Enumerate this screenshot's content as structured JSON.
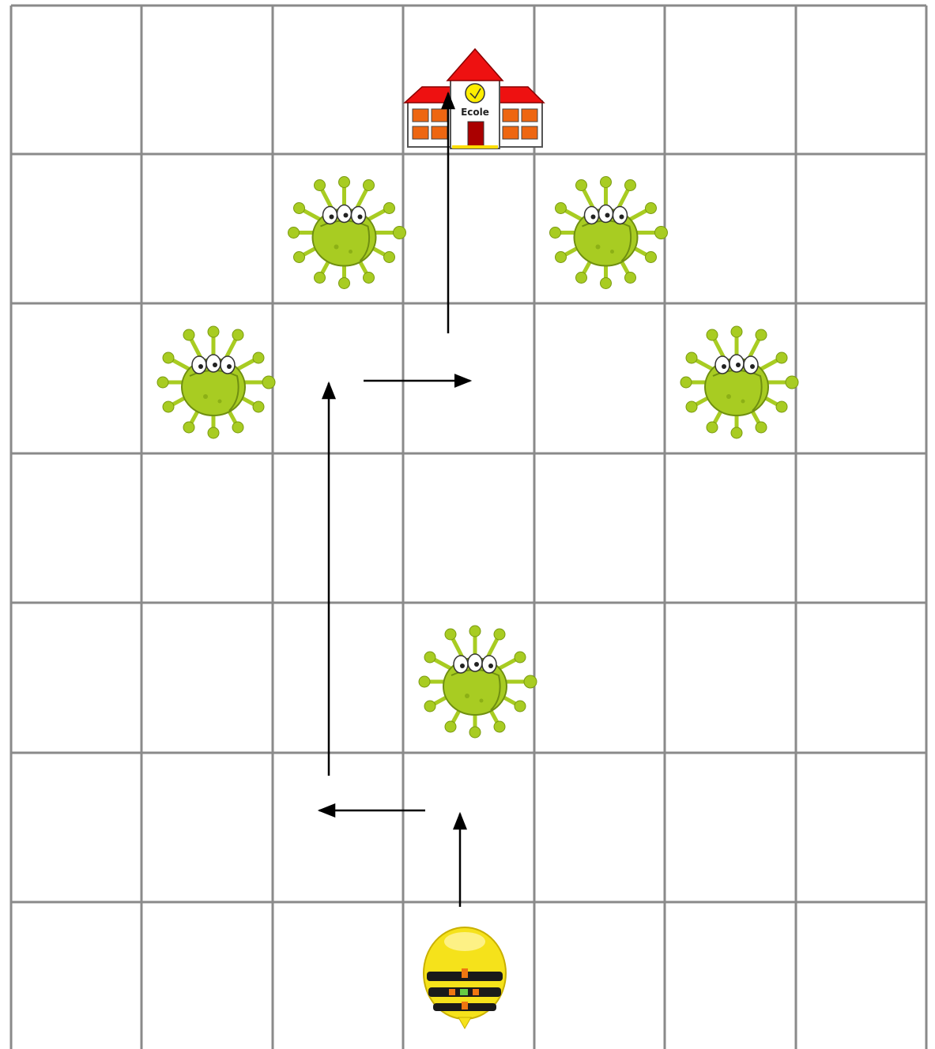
{
  "board": {
    "columns": 7,
    "rows": 7,
    "grid_color": "#8a8a8a",
    "background": "#ffffff"
  },
  "school": {
    "sign_text": "Ecole",
    "roof_color": "#ee1111",
    "window_color": "#ee6611",
    "door_color": "#aa0000",
    "clock_color": "#ffee00",
    "cell": {
      "col": 3,
      "row": 0
    }
  },
  "viruses": [
    {
      "name": "virus-1",
      "cell": {
        "col": 2,
        "row": 1
      }
    },
    {
      "name": "virus-2",
      "cell": {
        "col": 4,
        "row": 1
      }
    },
    {
      "name": "virus-3",
      "cell": {
        "col": 1,
        "row": 2
      }
    },
    {
      "name": "virus-4",
      "cell": {
        "col": 5,
        "row": 2
      }
    },
    {
      "name": "virus-5",
      "cell": {
        "col": 3,
        "row": 4
      }
    }
  ],
  "virus_color": "#a8cc22",
  "robot": {
    "icon": "bee-bot-icon",
    "cell": {
      "col": 3,
      "row": 6
    },
    "body_color": "#f5e21b",
    "stripe_color": "#1a1a1a"
  },
  "path_arrows": [
    "up",
    "left",
    "up",
    "right",
    "up"
  ],
  "arrow_color": "#000000"
}
